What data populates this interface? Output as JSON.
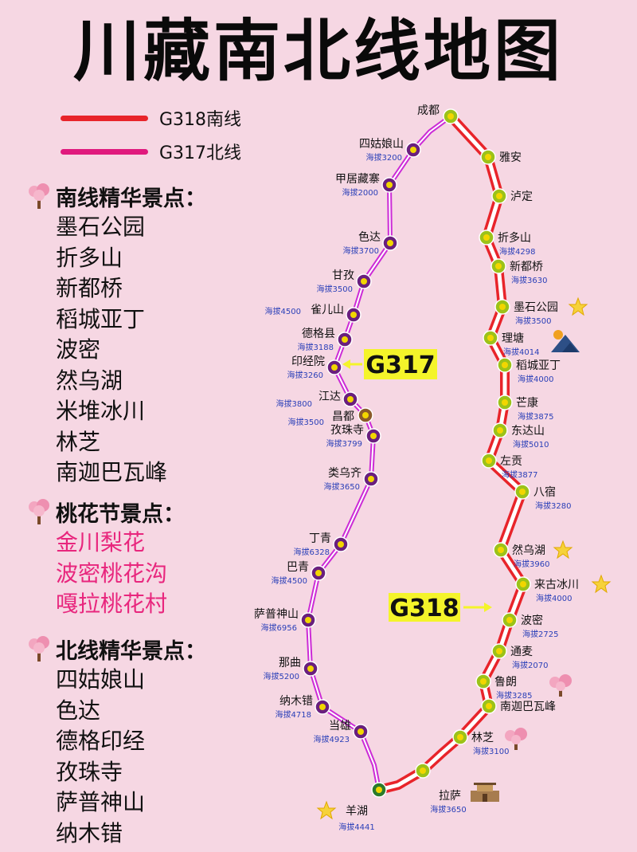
{
  "title": "川藏南北线地图",
  "legend": [
    {
      "label": "G318南线",
      "color": "#e8242a"
    },
    {
      "label": "G317北线",
      "color": "#e0197d"
    }
  ],
  "sections": {
    "south": {
      "heading": "南线精华景点：",
      "items": [
        "墨石公园",
        "折多山",
        "新都桥",
        "稻城亚丁",
        "波密",
        "然乌湖",
        "米堆冰川",
        "林芝",
        "南迦巴瓦峰"
      ]
    },
    "peach": {
      "heading": "桃花节景点：",
      "items": [
        "金川梨花",
        "波密桃花沟",
        "嘎拉桃花村"
      ]
    },
    "north": {
      "heading": "北线精华景点：",
      "items": [
        "四姑娘山",
        "色达",
        "德格印经",
        "孜珠寺",
        "萨普神山",
        "纳木错"
      ]
    }
  },
  "route_tags": {
    "g317": "G317",
    "g318": "G318"
  },
  "colors": {
    "south_line": "#e8242a",
    "north_line": "#cc2bd6",
    "south_node": "#9cc21a",
    "north_node": "#6a1f7e",
    "node_core": "#f2d600",
    "tag_bg": "#f4f42a"
  },
  "map": {
    "endpoints": [
      {
        "name": "成都",
        "type": "south"
      },
      {
        "name": "拉萨",
        "type": "south",
        "alt": "海拔3650"
      },
      {
        "name": "羊湖",
        "type": "north",
        "alt": "海拔4441"
      }
    ],
    "south_stops": [
      {
        "name": "雅安"
      },
      {
        "name": "泸定"
      },
      {
        "name": "折多山",
        "alt": "海拔4298"
      },
      {
        "name": "新都桥",
        "alt": "海拔3630"
      },
      {
        "name": "墨石公园",
        "alt": "海拔3500"
      },
      {
        "name": "理塘",
        "alt": "海拔4014"
      },
      {
        "name": "稻城亚丁",
        "alt": "海拔4000"
      },
      {
        "name": "芒康",
        "alt": "海拔3875"
      },
      {
        "name": "东达山",
        "alt": "海拔5010"
      },
      {
        "name": "左贡",
        "alt": "海拔3877"
      },
      {
        "name": "八宿",
        "alt": "海拔3280"
      },
      {
        "name": "然乌湖",
        "alt": "海拔3960"
      },
      {
        "name": "来古冰川",
        "alt": "海拔4000"
      },
      {
        "name": "波密",
        "alt": "海拔2725"
      },
      {
        "name": "通麦",
        "alt": "海拔2070"
      },
      {
        "name": "鲁朗",
        "alt": "海拔3285"
      },
      {
        "name": "南迦巴瓦峰"
      },
      {
        "name": "林芝",
        "alt": "海拔3100"
      }
    ],
    "north_stops": [
      {
        "name": "四姑娘山",
        "alt": "海拔3200"
      },
      {
        "name": "甲居藏寨",
        "alt": "海拔2000"
      },
      {
        "name": "色达",
        "alt": "海拔3700"
      },
      {
        "name": "甘孜",
        "alt": "海拔3500"
      },
      {
        "name": "雀儿山",
        "alt": "海拔4500"
      },
      {
        "name": "德格县",
        "alt": "海拔3188"
      },
      {
        "name": "印经院",
        "alt": "海拔3260"
      },
      {
        "name": "江达",
        "alt": "海拔3800"
      },
      {
        "name": "昌都",
        "alt": "海拔3500"
      },
      {
        "name": "孜珠寺",
        "alt": "海拔3799"
      },
      {
        "name": "类乌齐",
        "alt": "海拔3650"
      },
      {
        "name": "丁青",
        "alt": "海拔6328"
      },
      {
        "name": "巴青",
        "alt": "海拔4500"
      },
      {
        "name": "萨普神山",
        "alt": "海拔6956"
      },
      {
        "name": "那曲",
        "alt": "海拔5200"
      },
      {
        "name": "纳木错",
        "alt": "海拔4718"
      },
      {
        "name": "当雄",
        "alt": "海拔4923"
      }
    ]
  }
}
